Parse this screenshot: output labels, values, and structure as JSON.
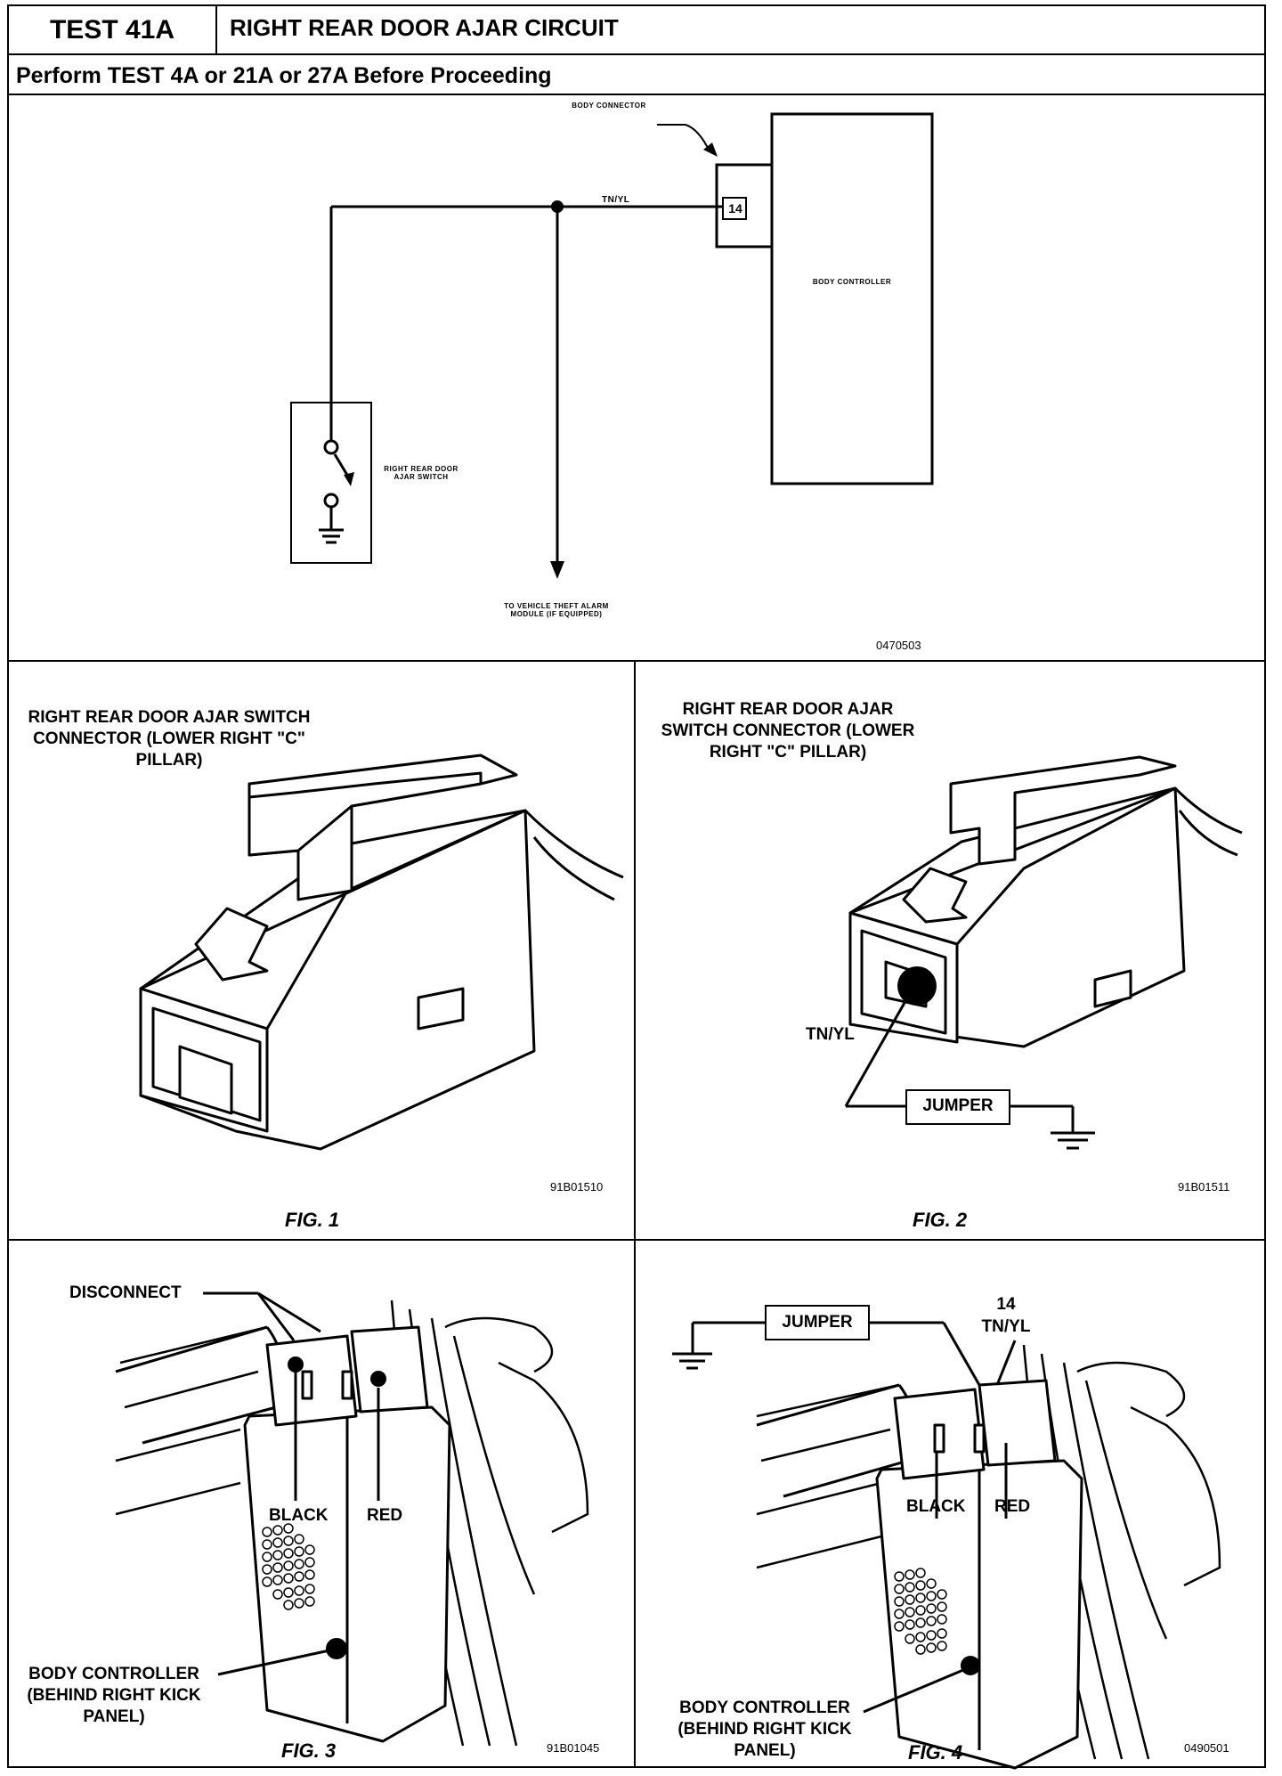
{
  "header": {
    "test_id": "TEST 41A",
    "title": "RIGHT REAR DOOR AJAR CIRCUIT",
    "prerequisite": "Perform TEST 4A or 21A or 27A Before Proceeding"
  },
  "schematic": {
    "connector_label": "BODY CONNECTOR",
    "pin_number": "14",
    "wire_label": "TN/YL",
    "controller_label": "BODY CONTROLLER",
    "switch_label": "RIGHT REAR DOOR AJAR SWITCH",
    "branch_label": "TO VEHICLE THEFT ALARM MODULE (IF EQUIPPED)",
    "code": "0470503"
  },
  "fig1": {
    "label": "RIGHT REAR DOOR AJAR SWITCH CONNECTOR (LOWER RIGHT \"C\" PILLAR)",
    "code": "91B01510",
    "caption": "FIG. 1"
  },
  "fig2": {
    "label": "RIGHT REAR DOOR AJAR SWITCH CONNECTOR (LOWER RIGHT \"C\" PILLAR)",
    "wire_label": "TN/YL",
    "jumper_label": "JUMPER",
    "code": "91B01511",
    "caption": "FIG. 2"
  },
  "fig3": {
    "disconnect_label": "DISCONNECT",
    "black_label": "BLACK",
    "red_label": "RED",
    "controller_label": "BODY CONTROLLER (BEHIND RIGHT KICK PANEL)",
    "code": "91B01045",
    "caption": "FIG. 3"
  },
  "fig4": {
    "jumper_label": "JUMPER",
    "pin_label": "14",
    "wire_label": "TN/YL",
    "black_label": "BLACK",
    "red_label": "RED",
    "controller_label": "BODY CONTROLLER (BEHIND RIGHT KICK PANEL)",
    "code": "0490501",
    "caption": "FIG. 4"
  }
}
